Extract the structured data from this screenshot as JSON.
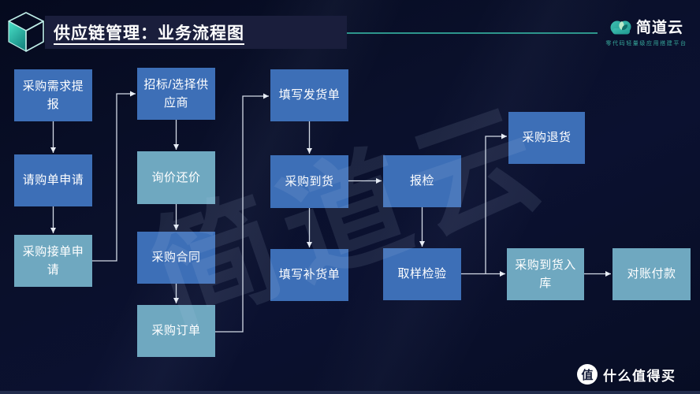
{
  "header": {
    "title": "供应链管理：业务流程图"
  },
  "brand": {
    "name": "简道云",
    "tagline": "零代码轻量级应用搭建平台"
  },
  "watermark": {
    "text": "简道云"
  },
  "footer_badge": {
    "logo_char": "值",
    "text": "什么值得买"
  },
  "colors": {
    "background": "#0a102b",
    "primary_box": "#3d6fb7",
    "secondary_box": "#6fa8c0",
    "accent_teal": "#2d958c",
    "connector": "#d3dae6"
  },
  "flowchart": {
    "nodes": [
      {
        "id": "demand",
        "label": "采购需求提报",
        "style": "primary"
      },
      {
        "id": "requisition",
        "label": "请购单申请",
        "style": "primary"
      },
      {
        "id": "accept",
        "label": "采购接单申请",
        "style": "secondary"
      },
      {
        "id": "bidding",
        "label": "招标/选择供应商",
        "style": "primary"
      },
      {
        "id": "inquiry",
        "label": "询价还价",
        "style": "secondary"
      },
      {
        "id": "contract",
        "label": "采购合同",
        "style": "primary"
      },
      {
        "id": "order",
        "label": "采购订单",
        "style": "secondary"
      },
      {
        "id": "delivery",
        "label": "填写发货单",
        "style": "primary"
      },
      {
        "id": "arrival",
        "label": "采购到货",
        "style": "primary"
      },
      {
        "id": "replenish",
        "label": "填写补货单",
        "style": "primary"
      },
      {
        "id": "inspect",
        "label": "报检",
        "style": "primary"
      },
      {
        "id": "sampling",
        "label": "取样检验",
        "style": "primary"
      },
      {
        "id": "return",
        "label": "采购退货",
        "style": "primary"
      },
      {
        "id": "warehouse",
        "label": "采购到货入库",
        "style": "secondary"
      },
      {
        "id": "payment",
        "label": "对账付款",
        "style": "secondary"
      }
    ],
    "edges": [
      {
        "from": "demand",
        "to": "requisition"
      },
      {
        "from": "requisition",
        "to": "accept"
      },
      {
        "from": "accept",
        "to": "bidding"
      },
      {
        "from": "bidding",
        "to": "inquiry"
      },
      {
        "from": "inquiry",
        "to": "contract"
      },
      {
        "from": "contract",
        "to": "order"
      },
      {
        "from": "order",
        "to": "delivery"
      },
      {
        "from": "delivery",
        "to": "arrival"
      },
      {
        "from": "arrival",
        "to": "replenish"
      },
      {
        "from": "arrival",
        "to": "inspect"
      },
      {
        "from": "inspect",
        "to": "sampling"
      },
      {
        "from": "sampling",
        "to": "warehouse"
      },
      {
        "from": "sampling",
        "to": "return"
      },
      {
        "from": "warehouse",
        "to": "payment"
      }
    ]
  }
}
